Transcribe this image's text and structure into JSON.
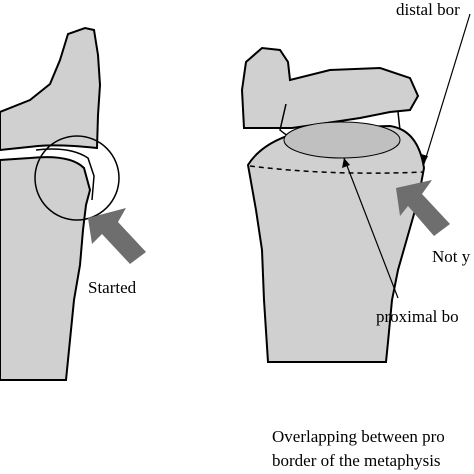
{
  "labels": {
    "distal_border": "distal bor",
    "started": "Started",
    "not_yet": "Not y",
    "proximal_border": "proximal bo",
    "overlap_line1": "Overlapping between pro",
    "overlap_line2": "border of the metaphysis"
  },
  "colors": {
    "bone_fill": "#d0d0d0",
    "outline": "#000000",
    "arrow_fill": "#6e6e6e",
    "background": "#ffffff"
  }
}
